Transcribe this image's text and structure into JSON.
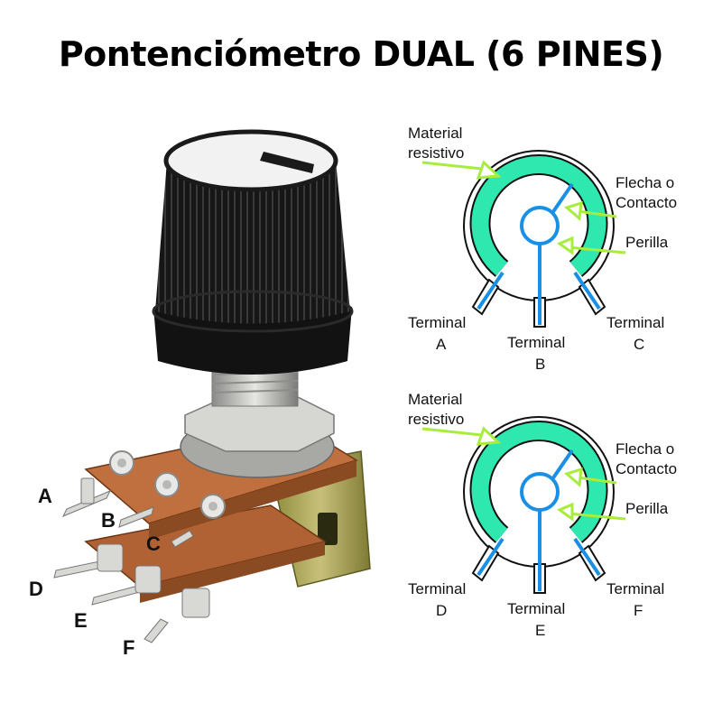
{
  "title": "Pontenciómetro DUAL (6 PINES)",
  "photo_pins": [
    "A",
    "B",
    "C",
    "D",
    "E",
    "F"
  ],
  "diagrams": [
    {
      "material_line1": "Material",
      "material_line2": "resistivo",
      "arrow_line1": "Flecha o",
      "arrow_line2": "Contacto",
      "knob": "Perilla",
      "terminal_word": "Terminal",
      "terminals": [
        "A",
        "B",
        "C"
      ]
    },
    {
      "material_line1": "Material",
      "material_line2": "resistivo",
      "arrow_line1": "Flecha o",
      "arrow_line2": "Contacto",
      "knob": "Perilla",
      "terminal_word": "Terminal",
      "terminals": [
        "D",
        "E",
        "F"
      ]
    }
  ],
  "colors": {
    "resistive": "#2ee8b0",
    "wiper": "#1a8fe6",
    "arrow": "#a8ec3c",
    "knob_cap": "#1b1b1b",
    "pcb": "#b8693a",
    "metal": "#c8c8c4"
  }
}
